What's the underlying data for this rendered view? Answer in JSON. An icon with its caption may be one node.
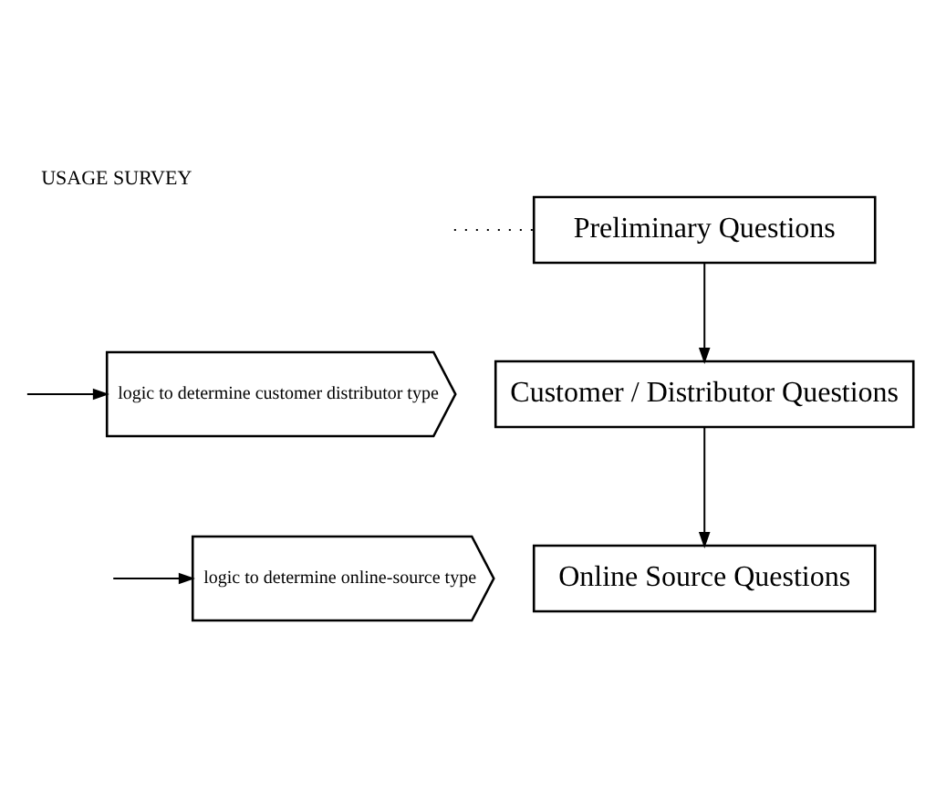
{
  "diagram": {
    "title": "USAGE SURVEY",
    "nodes": [
      {
        "text": [
          "Preliminary Questions"
        ]
      },
      {
        "text": [
          "logic to determine customer distributor type"
        ]
      },
      {
        "text": [
          "Customer / Distributor Questions"
        ]
      },
      {
        "text": [
          "logic to determine online-source type"
        ]
      },
      {
        "text": [
          "Online Source Questions"
        ]
      }
    ],
    "edges": [
      {
        "from": null,
        "to": 0,
        "arrow": "none",
        "style": "dashed"
      },
      {
        "from": 0,
        "to": 2,
        "arrow": "to"
      },
      {
        "from": 2,
        "to": 4,
        "arrow": "to"
      },
      {
        "from": null,
        "to": 1,
        "arrow": "to"
      },
      {
        "from": null,
        "to": 3,
        "arrow": "to"
      }
    ]
  }
}
